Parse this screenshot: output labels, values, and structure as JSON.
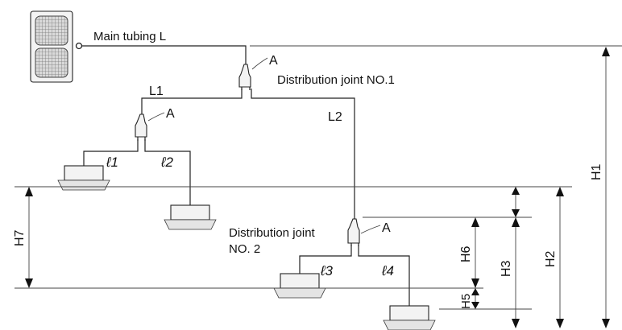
{
  "labels": {
    "main_tubing": "Main tubing L",
    "l1": "L1",
    "l2": "L2",
    "a1": "A",
    "a2": "A",
    "a3": "A",
    "joint1": "Distribution joint NO.1",
    "joint2_line1": "Distribution joint",
    "joint2_line2": "NO. 2",
    "ell1": "ℓ1",
    "ell2": "ℓ2",
    "ell3": "ℓ3",
    "ell4": "ℓ4",
    "h1": "H1",
    "h2": "H2",
    "h3": "H3",
    "h5": "H5",
    "h6": "H6",
    "h7": "H7"
  },
  "colors": {
    "line": "#222222",
    "unit_fill": "#f3f3f3",
    "fan_grille": "#9a9a9a"
  },
  "icons": {
    "outdoor_unit": "outdoor-unit-icon",
    "indoor_unit": "cassette-indoor-unit-icon",
    "distribution_joint": "distribution-joint-icon"
  }
}
